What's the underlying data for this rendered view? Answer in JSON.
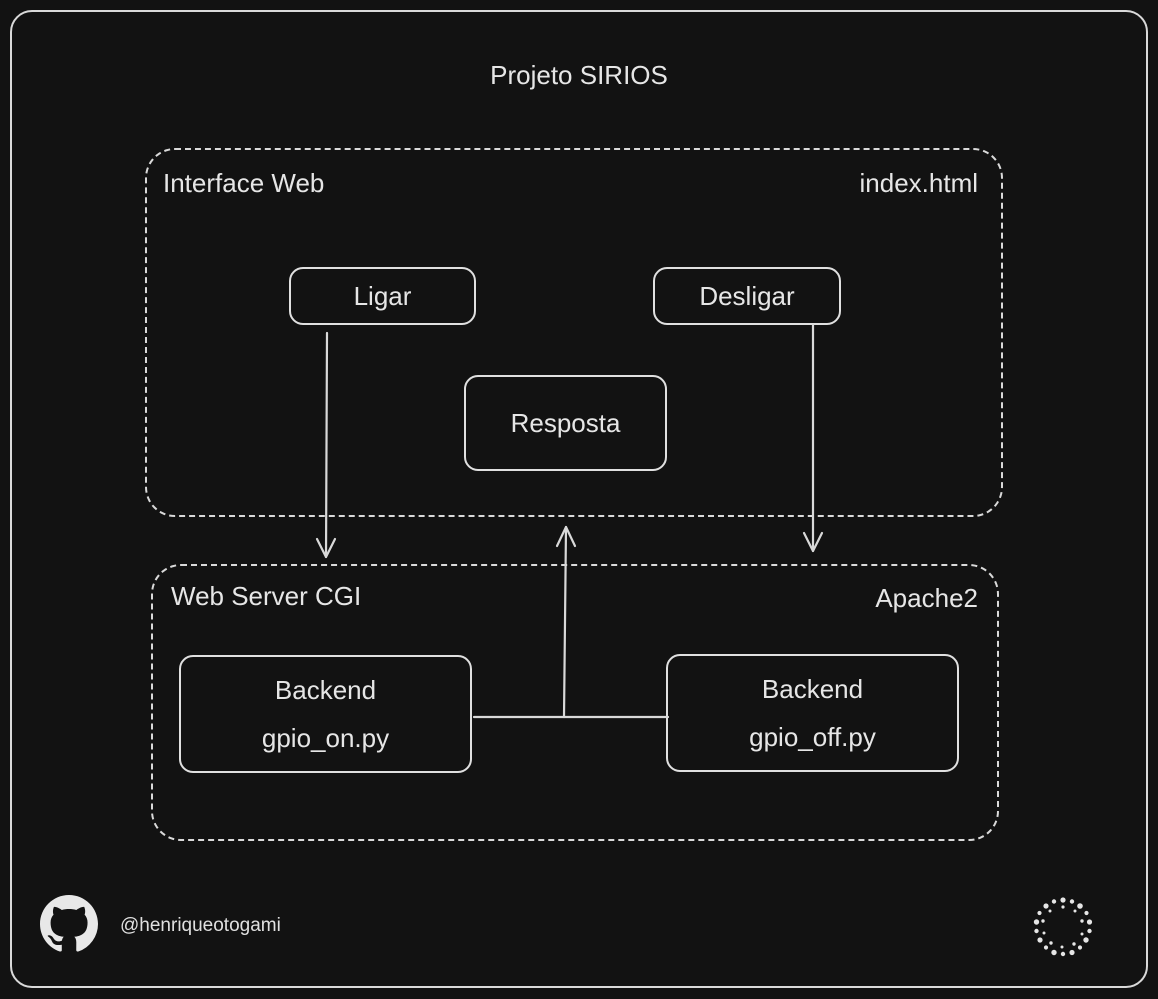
{
  "title": "Projeto SIRIOS",
  "interface_group": {
    "label": "Interface Web",
    "file": "index.html",
    "buttons": {
      "on": "Ligar",
      "off": "Desligar"
    },
    "response": "Resposta"
  },
  "server_group": {
    "label": "Web Server CGI",
    "server": "Apache2",
    "backend_on": {
      "title": "Backend",
      "script": "gpio_on.py"
    },
    "backend_off": {
      "title": "Backend",
      "script": "gpio_off.py"
    }
  },
  "footer": {
    "handle": "@henriqueotogami",
    "left_icon": "github-icon",
    "right_icon": "dotted-ring-logo-icon"
  },
  "colors": {
    "background": "#121212",
    "stroke": "#d9d9d9",
    "text": "#e6e6e6"
  }
}
